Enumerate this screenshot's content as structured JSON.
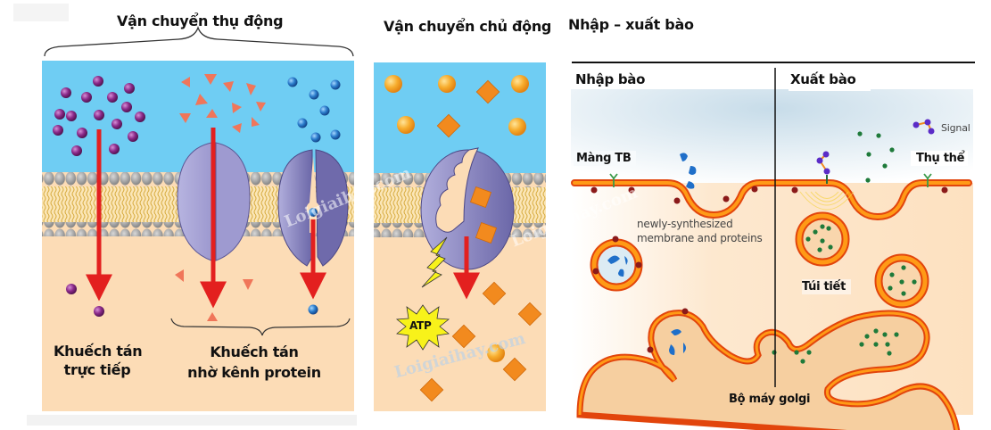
{
  "titles": {
    "passive": "Vận chuyển thụ động",
    "active": "Vận chuyển chủ động",
    "endo_exo": "Nhập – xuất bào"
  },
  "passive_panel": {
    "label_direct": [
      "Khuếch tán",
      "trực tiếp"
    ],
    "label_channel": [
      "Khuếch tán",
      "nhờ kênh protein"
    ]
  },
  "active_panel": {
    "atp_label": "ATP"
  },
  "endo_exo_panel": {
    "endocytosis": "Nhập bào",
    "exocytosis": "Xuất bào",
    "membrane": "Màng TB",
    "receptor": "Thụ thể",
    "signal": "Signal",
    "new_membrane": [
      "newly-synthesized",
      "membrane and proteins"
    ],
    "secretory_vesicle": "Túi tiết",
    "golgi": "Bộ máy golgi"
  },
  "watermark": "Loigiaihay.com",
  "colors": {
    "extracellular": "#6fcdf3",
    "cytoplasm": "#fcdcb6",
    "lipid_head": "#9a9a9a",
    "lipid_tail": "#e9c45a",
    "protein": "#a7a4d3",
    "arrow": "#e3201f",
    "membrane_orange": "#f26a12",
    "molecule_purple": "#8b2a8a",
    "molecule_blue": "#2a7ccc",
    "molecule_triangle": "#f0765a",
    "molecule_orange": "#f28a1e",
    "atp_yellow": "#f8f21a",
    "cargo_green": "#1e7a3a"
  }
}
